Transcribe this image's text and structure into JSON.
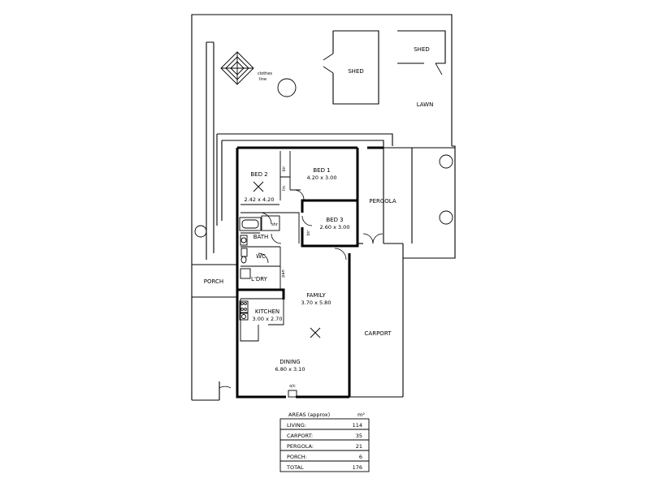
{
  "outdoor": {
    "shed_left": "SHED",
    "shed_right": "SHED",
    "clothes_line": [
      "clothes",
      "line"
    ],
    "lawn": "LAWN",
    "porch": "PORCH",
    "pergola": "PERGOLA",
    "carport": "CARPORT"
  },
  "rooms": {
    "bed2": {
      "name": "BED 2",
      "size": "2.42 x 4.20"
    },
    "bed1": {
      "name": "BED 1",
      "size": "4.20 x 3.00"
    },
    "bed3": {
      "name": "BED 3",
      "size": "2.60 x 3.00"
    },
    "bath": "BATH",
    "wc": "WC",
    "laundry": "L'DRY",
    "kitchen": {
      "name": "KITCHEN",
      "size": "3.00 x 2.70"
    },
    "family": {
      "name": "FAMILY",
      "size": "3.70 x 5.80"
    },
    "dining": {
      "name": "DINING",
      "size": "6.80 x 3.10"
    }
  },
  "fixtures": {
    "bir_bed2": "bir",
    "bir_bed3": "bir",
    "linen": "lin",
    "shower": "shr",
    "pantry": "pan",
    "oc": "o/c"
  },
  "areas_table": {
    "title": "AREAS (approx)",
    "unit": "m²",
    "rows": [
      {
        "label": "LIVING:",
        "value": "114"
      },
      {
        "label": "CARPORT:",
        "value": "35"
      },
      {
        "label": "PERGOLA:",
        "value": "21"
      },
      {
        "label": "PORCH:",
        "value": "6"
      }
    ],
    "total": {
      "label": "TOTAL",
      "value": "176"
    }
  }
}
